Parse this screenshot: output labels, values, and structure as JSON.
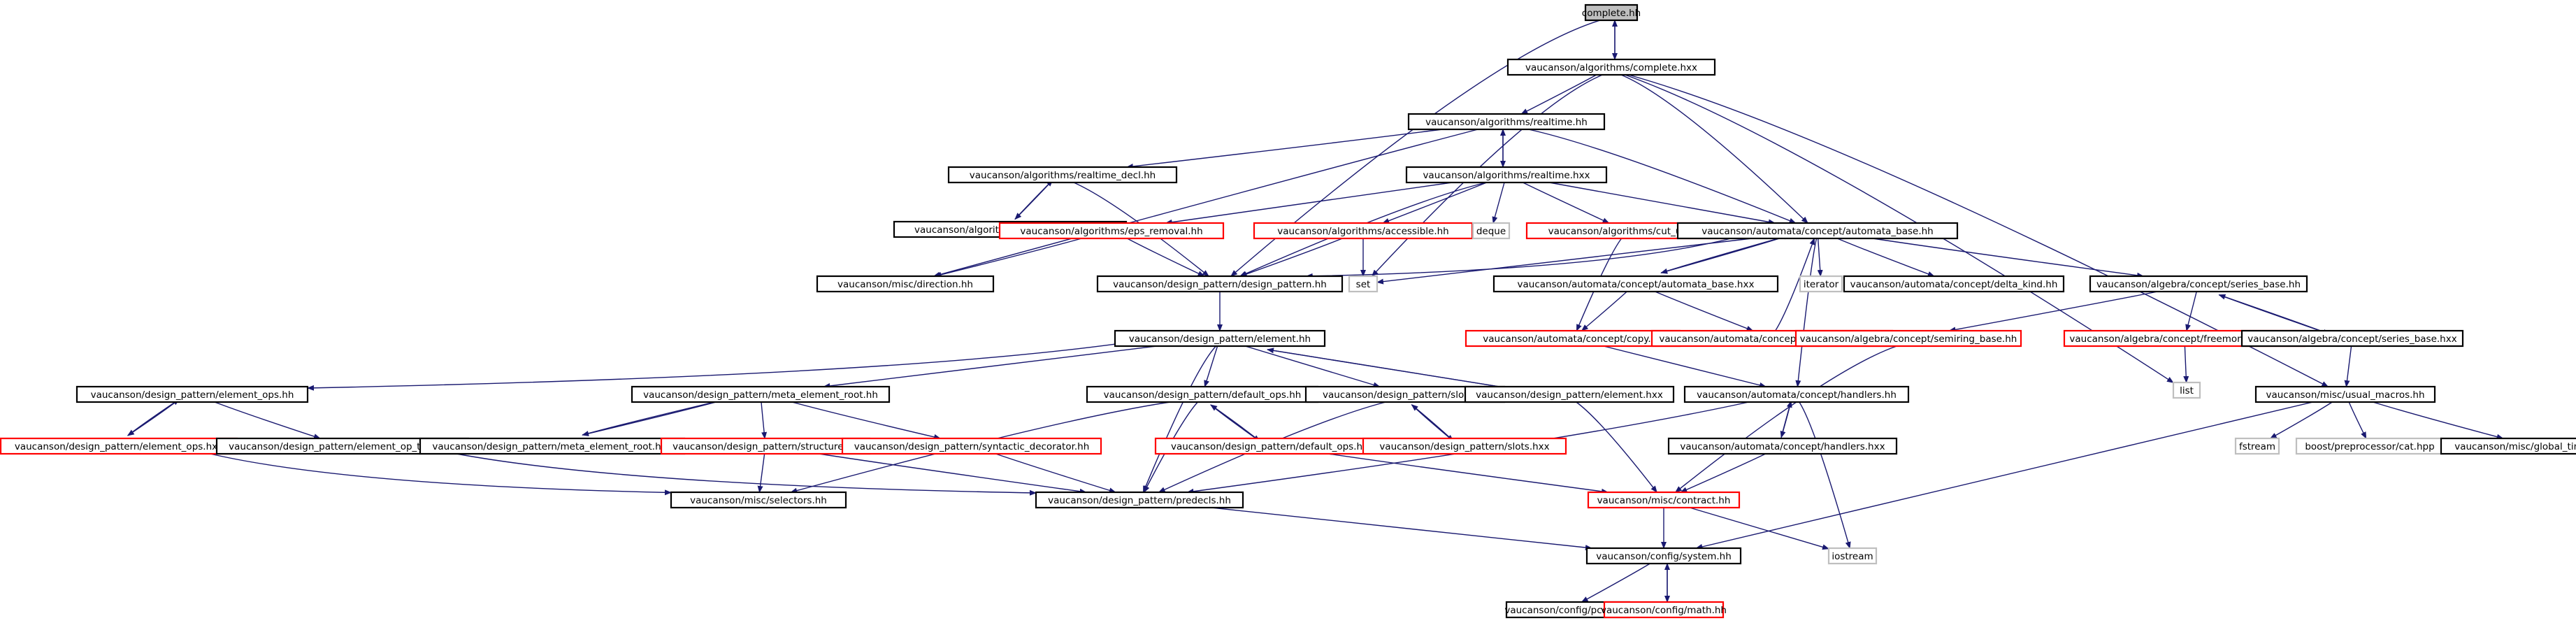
{
  "colors": {
    "edge": "#191970",
    "border_normal": "#000000",
    "border_missing": "#ff0000",
    "border_external": "#bfbfbf",
    "fill_root": "#bfbfbf",
    "fill_default": "#ffffff"
  },
  "nodes": [
    {
      "id": "complete_hh",
      "label": "complete.hh",
      "kind": "root"
    },
    {
      "id": "alg_complete_hxx",
      "label": "vaucanson/algorithms/complete.hxx",
      "kind": "normal"
    },
    {
      "id": "alg_realtime_hh",
      "label": "vaucanson/algorithms/realtime.hh",
      "kind": "normal"
    },
    {
      "id": "alg_realtime_decl_hh",
      "label": "vaucanson/algorithms/realtime_decl.hh",
      "kind": "normal"
    },
    {
      "id": "alg_realtime_hxx",
      "label": "vaucanson/algorithms/realtime.hxx",
      "kind": "normal"
    },
    {
      "id": "alg_realtime_decl_hxx",
      "label": "vaucanson/algorithms/realtime_decl.hxx",
      "kind": "normal"
    },
    {
      "id": "alg_eps_removal_hh",
      "label": "vaucanson/algorithms/eps_removal.hh",
      "kind": "missing"
    },
    {
      "id": "alg_accessible_hh",
      "label": "vaucanson/algorithms/accessible.hh",
      "kind": "missing"
    },
    {
      "id": "deque",
      "label": "deque",
      "kind": "external"
    },
    {
      "id": "alg_cut_up_hh",
      "label": "vaucanson/algorithms/cut_up.hh",
      "kind": "missing"
    },
    {
      "id": "aut_automata_base_hh",
      "label": "vaucanson/automata/concept/automata_base.hh",
      "kind": "normal"
    },
    {
      "id": "misc_direction_hh",
      "label": "vaucanson/misc/direction.hh",
      "kind": "normal"
    },
    {
      "id": "dp_design_pattern_hh",
      "label": "vaucanson/design_pattern/design_pattern.hh",
      "kind": "normal"
    },
    {
      "id": "set",
      "label": "set",
      "kind": "external"
    },
    {
      "id": "aut_automata_base_hxx",
      "label": "vaucanson/automata/concept/automata_base.hxx",
      "kind": "normal"
    },
    {
      "id": "iterator",
      "label": "iterator",
      "kind": "external"
    },
    {
      "id": "aut_delta_kind_hh",
      "label": "vaucanson/automata/concept/delta_kind.hh",
      "kind": "normal"
    },
    {
      "id": "alg_series_base_hh",
      "label": "vaucanson/algebra/concept/series_base.hh",
      "kind": "normal"
    },
    {
      "id": "aut_copy_hh",
      "label": "vaucanson/automata/concept/copy.hh",
      "kind": "missing"
    },
    {
      "id": "aut_automata_ops_hh",
      "label": "vaucanson/automata/concept/automata_ops.hh",
      "kind": "missing"
    },
    {
      "id": "alg_semiring_base_hh",
      "label": "vaucanson/algebra/concept/semiring_base.hh",
      "kind": "missing"
    },
    {
      "id": "alg_freemonoid_base_hh",
      "label": "vaucanson/algebra/concept/freemonoid_base.hh",
      "kind": "missing"
    },
    {
      "id": "alg_series_base_hxx",
      "label": "vaucanson/algebra/concept/series_base.hxx",
      "kind": "normal"
    },
    {
      "id": "dp_element_hh",
      "label": "vaucanson/design_pattern/element.hh",
      "kind": "normal"
    },
    {
      "id": "list",
      "label": "list",
      "kind": "external"
    },
    {
      "id": "misc_usual_macros_hh",
      "label": "vaucanson/misc/usual_macros.hh",
      "kind": "normal"
    },
    {
      "id": "dp_element_ops_hh",
      "label": "vaucanson/design_pattern/element_ops.hh",
      "kind": "normal"
    },
    {
      "id": "dp_meta_element_root_hh",
      "label": "vaucanson/design_pattern/meta_element_root.hh",
      "kind": "normal"
    },
    {
      "id": "dp_default_ops_hh",
      "label": "vaucanson/design_pattern/default_ops.hh",
      "kind": "normal"
    },
    {
      "id": "dp_slots_hh",
      "label": "vaucanson/design_pattern/slots.hh",
      "kind": "normal"
    },
    {
      "id": "dp_element_hxx",
      "label": "vaucanson/design_pattern/element.hxx",
      "kind": "normal"
    },
    {
      "id": "aut_handlers_hh",
      "label": "vaucanson/automata/concept/handlers.hh",
      "kind": "normal"
    },
    {
      "id": "dp_element_ops_hxx",
      "label": "vaucanson/design_pattern/element_ops.hxx",
      "kind": "missing"
    },
    {
      "id": "dp_element_op_traits_hh",
      "label": "vaucanson/design_pattern/element_op_traits.hh",
      "kind": "normal"
    },
    {
      "id": "dp_meta_element_root_hxx",
      "label": "vaucanson/design_pattern/meta_element_root.hxx",
      "kind": "normal"
    },
    {
      "id": "dp_structure_hh",
      "label": "vaucanson/design_pattern/structure.hh",
      "kind": "missing"
    },
    {
      "id": "dp_syntactic_decorator_hh",
      "label": "vaucanson/design_pattern/syntactic_decorator.hh",
      "kind": "missing"
    },
    {
      "id": "dp_default_ops_hxx",
      "label": "vaucanson/design_pattern/default_ops.hxx",
      "kind": "missing"
    },
    {
      "id": "dp_slots_hxx",
      "label": "vaucanson/design_pattern/slots.hxx",
      "kind": "missing"
    },
    {
      "id": "aut_handlers_hxx",
      "label": "vaucanson/automata/concept/handlers.hxx",
      "kind": "normal"
    },
    {
      "id": "fstream",
      "label": "fstream",
      "kind": "external"
    },
    {
      "id": "boost_cat_hpp",
      "label": "boost/preprocessor/cat.hpp",
      "kind": "external"
    },
    {
      "id": "misc_global_timer_hh",
      "label": "vaucanson/misc/global_timer.hh",
      "kind": "normal"
    },
    {
      "id": "misc_selectors_hh",
      "label": "vaucanson/misc/selectors.hh",
      "kind": "normal"
    },
    {
      "id": "dp_predecls_hh",
      "label": "vaucanson/design_pattern/predecls.hh",
      "kind": "normal"
    },
    {
      "id": "misc_contract_hh",
      "label": "vaucanson/misc/contract.hh",
      "kind": "missing"
    },
    {
      "id": "iostream",
      "label": "iostream",
      "kind": "external"
    },
    {
      "id": "config_system_hh",
      "label": "vaucanson/config/system.hh",
      "kind": "normal"
    },
    {
      "id": "config_pconf_hh",
      "label": "vaucanson/config/pconf.hh",
      "kind": "normal"
    },
    {
      "id": "config_math_hh",
      "label": "vaucanson/config/math.hh",
      "kind": "missing"
    }
  ],
  "edges": [
    [
      "complete_hh",
      "alg_complete_hxx"
    ],
    [
      "alg_complete_hxx",
      "complete_hh"
    ],
    [
      "complete_hh",
      "dp_design_pattern_hh"
    ],
    [
      "alg_complete_hxx",
      "alg_realtime_hh"
    ],
    [
      "alg_complete_hxx",
      "aut_automata_base_hh"
    ],
    [
      "alg_complete_hxx",
      "set"
    ],
    [
      "alg_complete_hxx",
      "list"
    ],
    [
      "alg_complete_hxx",
      "misc_usual_macros_hh"
    ],
    [
      "alg_realtime_hh",
      "alg_realtime_decl_hh"
    ],
    [
      "alg_realtime_hh",
      "alg_realtime_hxx"
    ],
    [
      "alg_realtime_hxx",
      "alg_realtime_hh"
    ],
    [
      "alg_realtime_hh",
      "misc_direction_hh"
    ],
    [
      "alg_realtime_hh",
      "aut_automata_base_hh"
    ],
    [
      "alg_realtime_decl_hh",
      "alg_realtime_decl_hxx"
    ],
    [
      "alg_realtime_decl_hxx",
      "alg_realtime_decl_hh"
    ],
    [
      "alg_realtime_decl_hh",
      "dp_design_pattern_hh"
    ],
    [
      "alg_realtime_hxx",
      "alg_eps_removal_hh"
    ],
    [
      "alg_realtime_hxx",
      "alg_accessible_hh"
    ],
    [
      "alg_realtime_hxx",
      "deque"
    ],
    [
      "alg_realtime_hxx",
      "alg_cut_up_hh"
    ],
    [
      "alg_realtime_hxx",
      "aut_automata_base_hh"
    ],
    [
      "alg_realtime_hxx",
      "dp_design_pattern_hh"
    ],
    [
      "alg_eps_removal_hh",
      "misc_direction_hh"
    ],
    [
      "alg_eps_removal_hh",
      "dp_design_pattern_hh"
    ],
    [
      "alg_accessible_hh",
      "dp_design_pattern_hh"
    ],
    [
      "alg_accessible_hh",
      "set"
    ],
    [
      "alg_cut_up_hh",
      "aut_copy_hh"
    ],
    [
      "aut_automata_base_hh",
      "dp_design_pattern_hh"
    ],
    [
      "aut_automata_base_hh",
      "set"
    ],
    [
      "aut_automata_base_hh",
      "aut_automata_base_hxx"
    ],
    [
      "aut_automata_base_hxx",
      "aut_automata_base_hh"
    ],
    [
      "aut_automata_base_hh",
      "iterator"
    ],
    [
      "aut_automata_base_hh",
      "aut_delta_kind_hh"
    ],
    [
      "aut_automata_base_hh",
      "alg_series_base_hh"
    ],
    [
      "aut_automata_base_hh",
      "aut_handlers_hh"
    ],
    [
      "aut_automata_base_hxx",
      "aut_copy_hh"
    ],
    [
      "aut_automata_base_hxx",
      "aut_automata_ops_hh"
    ],
    [
      "aut_automata_ops_hh",
      "aut_automata_base_hh"
    ],
    [
      "aut_copy_hh",
      "aut_handlers_hh"
    ],
    [
      "dp_design_pattern_hh",
      "dp_element_hh"
    ],
    [
      "alg_series_base_hh",
      "alg_semiring_base_hh"
    ],
    [
      "alg_series_base_hh",
      "alg_freemonoid_base_hh"
    ],
    [
      "alg_series_base_hh",
      "alg_series_base_hxx"
    ],
    [
      "alg_series_base_hxx",
      "alg_series_base_hh"
    ],
    [
      "alg_freemonoid_base_hh",
      "list"
    ],
    [
      "alg_semiring_base_hh",
      "misc_contract_hh"
    ],
    [
      "alg_series_base_hxx",
      "misc_usual_macros_hh"
    ],
    [
      "dp_element_hh",
      "dp_element_ops_hh"
    ],
    [
      "dp_element_hh",
      "dp_meta_element_root_hh"
    ],
    [
      "dp_element_hh",
      "dp_default_ops_hh"
    ],
    [
      "dp_element_hh",
      "dp_slots_hh"
    ],
    [
      "dp_element_hh",
      "dp_element_hxx"
    ],
    [
      "dp_element_hxx",
      "dp_element_hh"
    ],
    [
      "dp_element_hh",
      "dp_predecls_hh"
    ],
    [
      "dp_element_ops_hh",
      "dp_element_ops_hxx"
    ],
    [
      "dp_element_ops_hxx",
      "dp_element_ops_hh"
    ],
    [
      "dp_element_ops_hh",
      "dp_element_op_traits_hh"
    ],
    [
      "dp_element_ops_hxx",
      "misc_selectors_hh"
    ],
    [
      "dp_element_op_traits_hh",
      "dp_predecls_hh"
    ],
    [
      "dp_meta_element_root_hh",
      "dp_meta_element_root_hxx"
    ],
    [
      "dp_meta_element_root_hxx",
      "dp_meta_element_root_hh"
    ],
    [
      "dp_meta_element_root_hh",
      "dp_structure_hh"
    ],
    [
      "dp_meta_element_root_hh",
      "dp_syntactic_decorator_hh"
    ],
    [
      "dp_structure_hh",
      "misc_selectors_hh"
    ],
    [
      "dp_structure_hh",
      "dp_predecls_hh"
    ],
    [
      "dp_syntactic_decorator_hh",
      "dp_predecls_hh"
    ],
    [
      "dp_default_ops_hh",
      "dp_default_ops_hxx"
    ],
    [
      "dp_default_ops_hxx",
      "dp_default_ops_hh"
    ],
    [
      "dp_default_ops_hh",
      "misc_selectors_hh"
    ],
    [
      "dp_default_ops_hh",
      "dp_predecls_hh"
    ],
    [
      "dp_default_ops_hxx",
      "misc_contract_hh"
    ],
    [
      "dp_slots_hh",
      "dp_slots_hxx"
    ],
    [
      "dp_slots_hxx",
      "dp_slots_hh"
    ],
    [
      "dp_slots_hh",
      "dp_predecls_hh"
    ],
    [
      "dp_element_hxx",
      "misc_contract_hh"
    ],
    [
      "aut_handlers_hh",
      "aut_handlers_hxx"
    ],
    [
      "aut_handlers_hxx",
      "aut_handlers_hh"
    ],
    [
      "aut_handlers_hh",
      "dp_predecls_hh"
    ],
    [
      "aut_handlers_hh",
      "iostream"
    ],
    [
      "aut_handlers_hxx",
      "misc_contract_hh"
    ],
    [
      "misc_usual_macros_hh",
      "fstream"
    ],
    [
      "misc_usual_macros_hh",
      "boost_cat_hpp"
    ],
    [
      "misc_usual_macros_hh",
      "misc_global_timer_hh"
    ],
    [
      "misc_usual_macros_hh",
      "config_system_hh"
    ],
    [
      "misc_contract_hh",
      "iostream"
    ],
    [
      "misc_contract_hh",
      "config_system_hh"
    ],
    [
      "dp_predecls_hh",
      "config_system_hh"
    ],
    [
      "config_system_hh",
      "config_pconf_hh"
    ],
    [
      "config_system_hh",
      "config_math_hh"
    ],
    [
      "config_math_hh",
      "config_system_hh"
    ]
  ]
}
